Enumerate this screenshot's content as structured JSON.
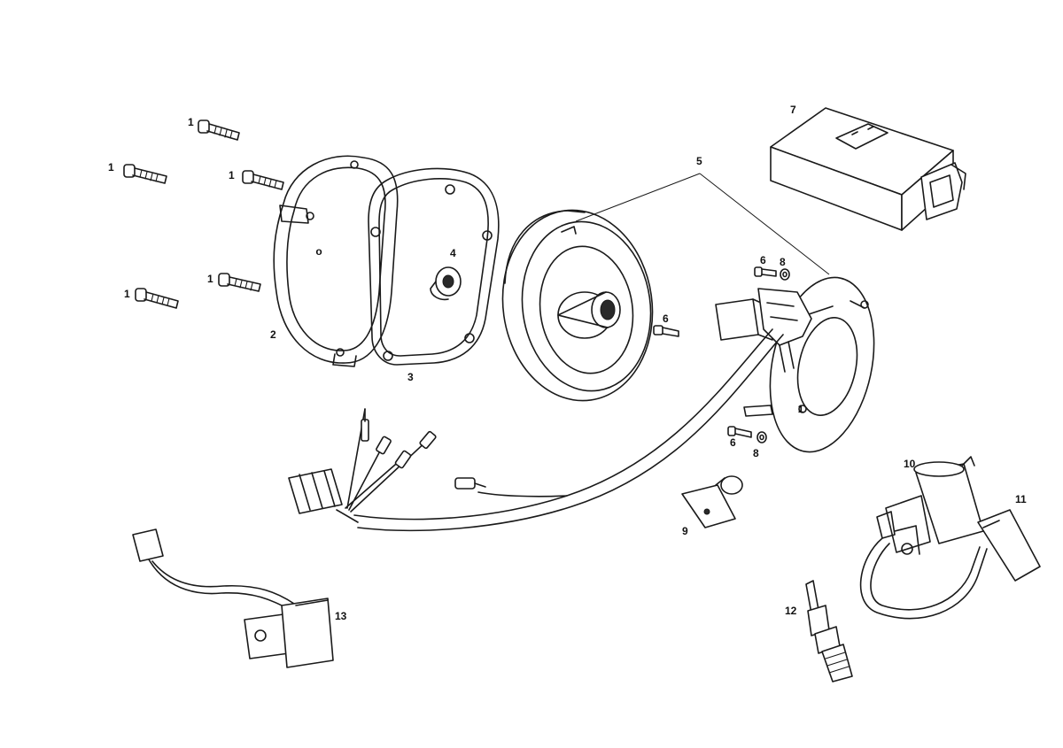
{
  "callouts": {
    "c1a": "1",
    "c1b": "1",
    "c1c": "1",
    "c1d": "1",
    "c1e": "1",
    "c2": "2",
    "c3": "3",
    "c4": "4",
    "c5": "5",
    "c6a": "6",
    "c6b": "6",
    "c6c": "6",
    "c7": "7",
    "c8a": "8",
    "c8b": "8",
    "c9": "9",
    "c10": "10",
    "c11": "11",
    "c12": "12",
    "c13": "13"
  }
}
